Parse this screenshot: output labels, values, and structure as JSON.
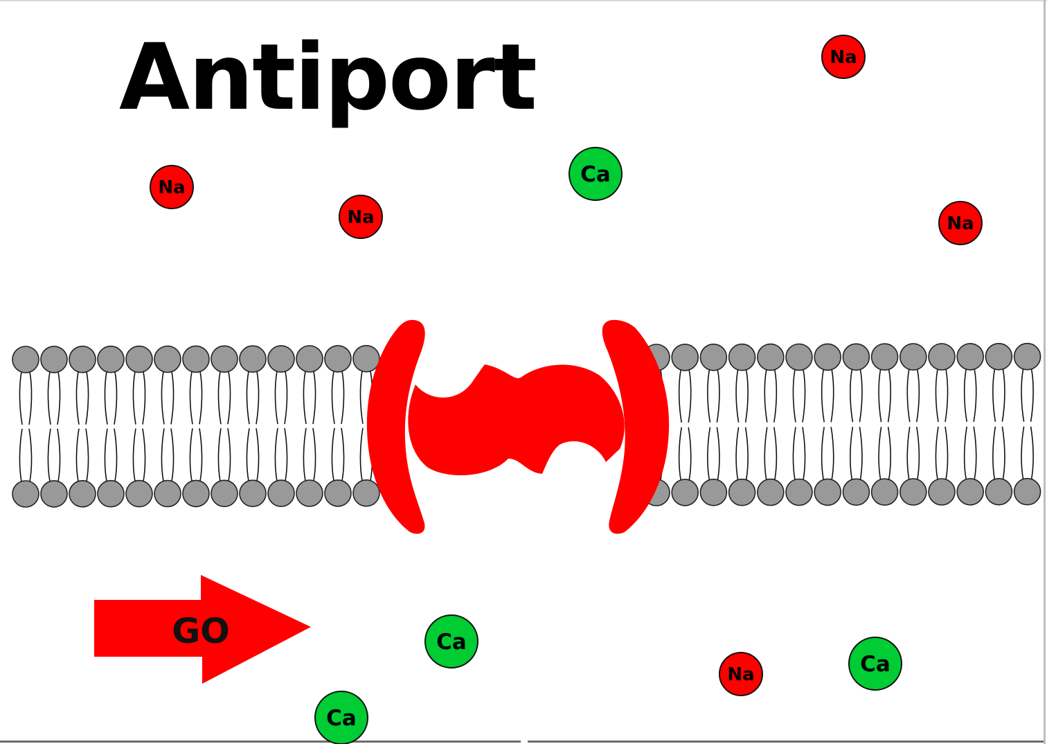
{
  "title": "Antiport",
  "go_button": {
    "label": "GO",
    "color": "#ff0000"
  },
  "colors": {
    "sodium": "#ff0000",
    "calcium": "#00cc33",
    "transporter": "#ff0000",
    "lipid_head": "#999999"
  },
  "ions": [
    {
      "label": "Na",
      "type": "sodium"
    },
    {
      "label": "Na",
      "type": "sodium"
    },
    {
      "label": "Na",
      "type": "sodium"
    },
    {
      "label": "Ca",
      "type": "calcium"
    },
    {
      "label": "Na",
      "type": "sodium"
    },
    {
      "label": "Ca",
      "type": "calcium"
    },
    {
      "label": "Ca",
      "type": "calcium"
    },
    {
      "label": "Na",
      "type": "sodium"
    },
    {
      "label": "Ca",
      "type": "calcium"
    }
  ]
}
